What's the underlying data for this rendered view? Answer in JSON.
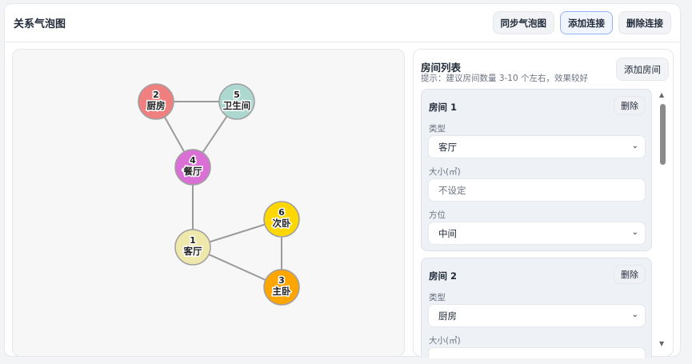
{
  "header": {
    "title": "关系气泡图",
    "buttons": [
      "同步气泡图",
      "添加连接",
      "删除连接"
    ]
  },
  "graph": {
    "nodes": [
      {
        "id": "1",
        "name": "客厅",
        "color": "#eee8aa"
      },
      {
        "id": "2",
        "name": "厨房",
        "color": "#f08080"
      },
      {
        "id": "3",
        "name": "主卧",
        "color": "#ffa500"
      },
      {
        "id": "4",
        "name": "餐厅",
        "color": "#da70d6"
      },
      {
        "id": "5",
        "name": "卫生间",
        "color": "#acd8d0"
      },
      {
        "id": "6",
        "name": "次卧",
        "color": "#ffd700"
      }
    ],
    "edges": [
      [
        "2",
        "5"
      ],
      [
        "2",
        "4"
      ],
      [
        "5",
        "4"
      ],
      [
        "4",
        "1"
      ],
      [
        "1",
        "6"
      ],
      [
        "1",
        "3"
      ],
      [
        "6",
        "3"
      ]
    ]
  },
  "panel": {
    "title": "房间列表",
    "hint": "提示：建议房间数量 3-10 个左右，效果较好",
    "add_label": "添加房间",
    "rooms": [
      {
        "title": "房间 1",
        "delete": "删除",
        "type_label": "类型",
        "type": "客厅",
        "size_label": "大小(㎡)",
        "size_placeholder": "不设定",
        "dir_label": "方位",
        "dir": "中间"
      },
      {
        "title": "房间 2",
        "delete": "删除",
        "type_label": "类型",
        "type": "厨房",
        "size_label": "大小(㎡)"
      }
    ]
  }
}
